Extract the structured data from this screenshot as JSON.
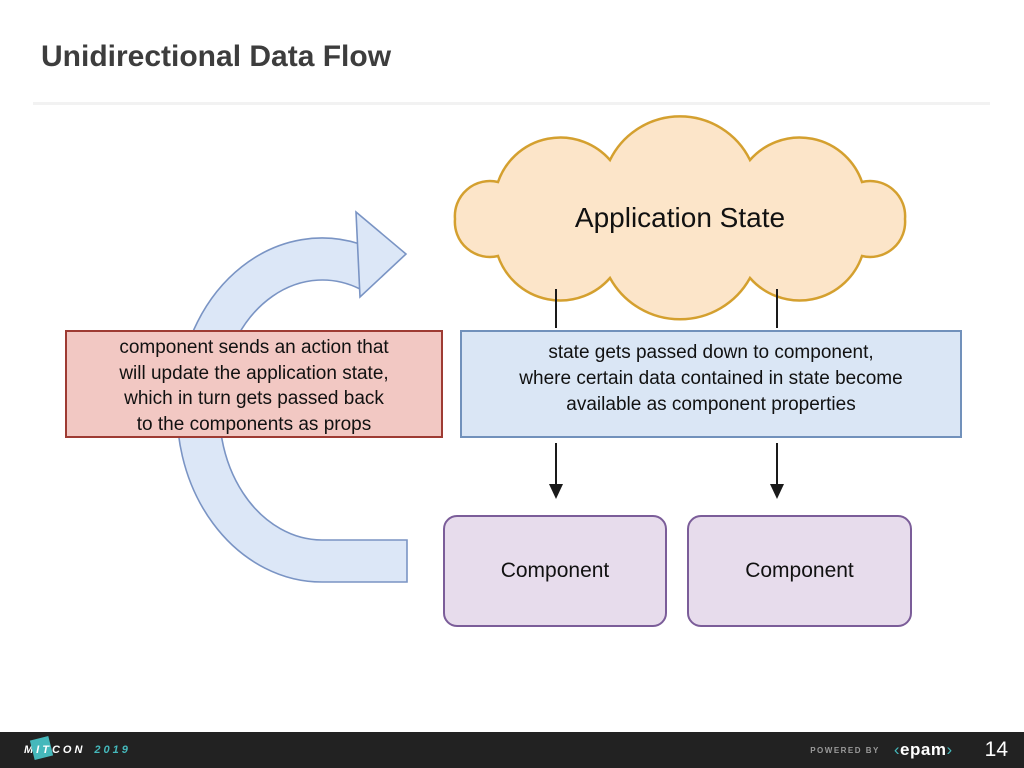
{
  "header": {
    "title": "Unidirectional Data Flow"
  },
  "diagram": {
    "cloud_label": "Application State",
    "action_box": {
      "lines": [
        "component sends an action that",
        "will update the application state,",
        "which in turn gets passed back",
        "to the components as props"
      ]
    },
    "state_box": {
      "lines": [
        "state gets passed down to component,",
        "where certain data contained in state become",
        "available as component properties"
      ]
    },
    "components": [
      {
        "label": "Component"
      },
      {
        "label": "Component"
      }
    ]
  },
  "footer": {
    "logo": {
      "prefix": "M",
      "square": "IT",
      "suffix": "CON",
      "year": "2019"
    },
    "powered_by": "POWERED BY",
    "epam": {
      "open": "‹",
      "name": "epam",
      "close": "›"
    },
    "page_number": "14"
  },
  "colors": {
    "title_text": "#3d3d3d",
    "cloud_fill": "#fce5c9",
    "cloud_border": "#d4a02f",
    "arrow_fill": "#dce7f7",
    "arrow_border": "#7a94c4",
    "action_box_fill": "#f2c8c3",
    "action_box_border": "#9e3b33",
    "state_box_fill": "#dae6f5",
    "state_box_border": "#7191bb",
    "component_fill": "#e7dcec",
    "component_border": "#7b5d99",
    "connector": "#1a1a1a",
    "footer_bg": "#222222",
    "accent_teal": "#45b8bb"
  }
}
